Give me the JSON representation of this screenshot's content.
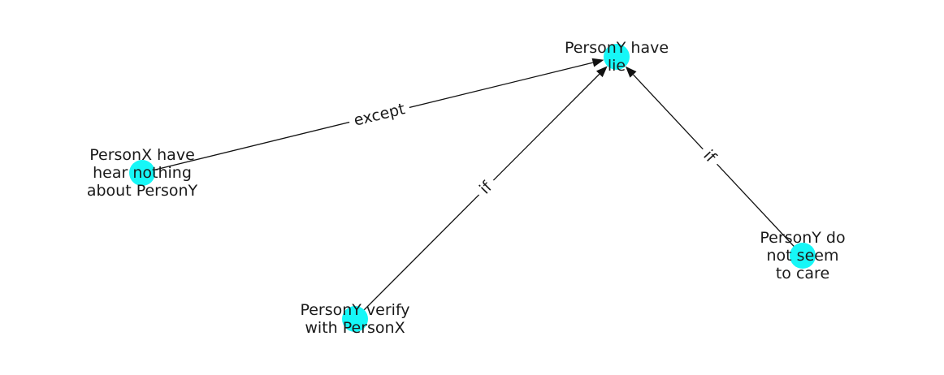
{
  "nodes": [
    {
      "id": "lie",
      "label_lines": [
        "PersonY have",
        "lie"
      ]
    },
    {
      "id": "hear",
      "label_lines": [
        "PersonX have",
        "hear nothing",
        "about PersonY"
      ]
    },
    {
      "id": "verify",
      "label_lines": [
        "PersonY verify",
        "with PersonX"
      ]
    },
    {
      "id": "care",
      "label_lines": [
        "PersonY do",
        "not seem",
        "to care"
      ]
    }
  ],
  "edges": [
    {
      "source": "hear",
      "target": "lie",
      "label": "except"
    },
    {
      "source": "verify",
      "target": "lie",
      "label": "if"
    },
    {
      "source": "care",
      "target": "lie",
      "label": "if"
    }
  ],
  "colors": {
    "node": "#16f7f7",
    "edge": "#111111"
  }
}
